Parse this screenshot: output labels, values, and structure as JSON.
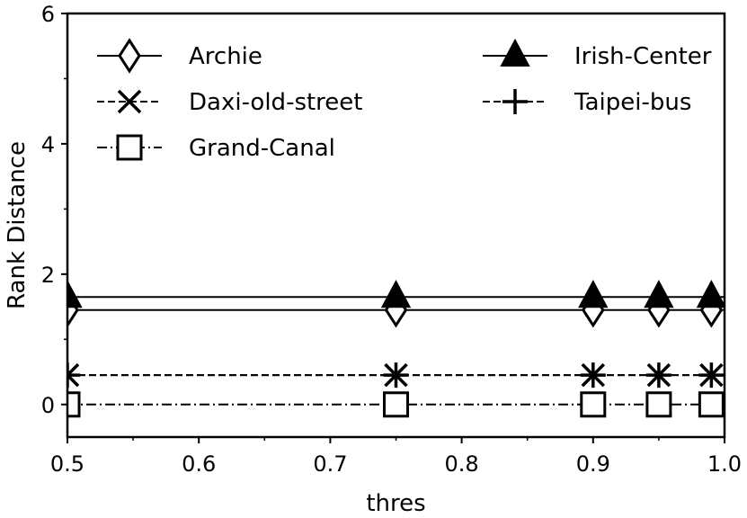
{
  "chart_data": {
    "type": "line",
    "xlabel": "thres",
    "ylabel": "Rank Distance",
    "xlim": [
      0.5,
      1.0
    ],
    "ylim": [
      -0.5,
      6
    ],
    "xticks": [
      0.5,
      0.6,
      0.7,
      0.8,
      0.9,
      1.0
    ],
    "xtick_labels": [
      "0.5",
      "0.6",
      "0.7",
      "0.8",
      "0.9",
      "1.0"
    ],
    "yticks": [
      0,
      2,
      4,
      6
    ],
    "ytick_labels": [
      "0",
      "2",
      "4",
      "6"
    ],
    "x": [
      0.5,
      0.75,
      0.9,
      0.95,
      0.99
    ],
    "legend_position": "top",
    "grid": false,
    "series": [
      {
        "name": "Archie",
        "values": [
          1.45,
          1.45,
          1.45,
          1.45,
          1.45
        ],
        "marker": "diamond",
        "linestyle": "solid"
      },
      {
        "name": "Irish-Center",
        "values": [
          1.65,
          1.65,
          1.65,
          1.65,
          1.65
        ],
        "marker": "triangle",
        "linestyle": "solid"
      },
      {
        "name": "Daxi-old-street",
        "values": [
          0.45,
          0.45,
          0.45,
          0.45,
          0.45
        ],
        "marker": "x",
        "linestyle": "dashed"
      },
      {
        "name": "Taipei-bus",
        "values": [
          0.45,
          0.45,
          0.45,
          0.45,
          0.45
        ],
        "marker": "plus",
        "linestyle": "dashed"
      },
      {
        "name": "Grand-Canal",
        "values": [
          0.0,
          0.0,
          0.0,
          0.0,
          0.0
        ],
        "marker": "square",
        "linestyle": "dashdot"
      }
    ],
    "colors": {
      "line": "#000000",
      "background": "#ffffff"
    }
  }
}
